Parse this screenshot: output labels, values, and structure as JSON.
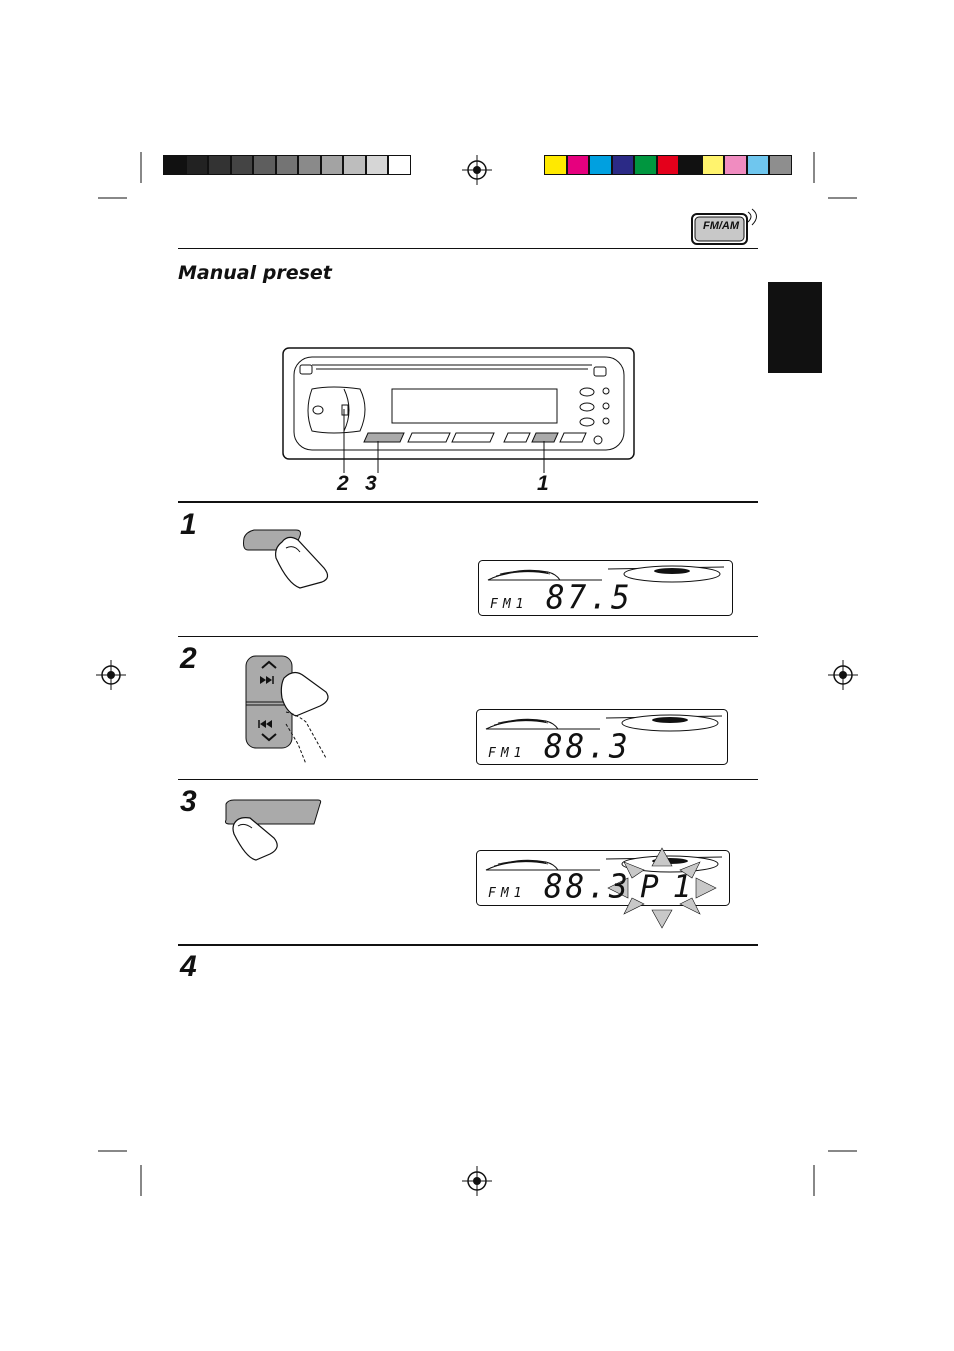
{
  "header": {
    "mode_badge": "FM/AM",
    "color_bar_gray": [
      "#111111",
      "#222222",
      "#333333",
      "#444444",
      "#5e5e5e",
      "#747474",
      "#8a8a8a",
      "#a3a3a3",
      "#bdbdbd",
      "#d6d6d6",
      "#ffffff"
    ],
    "color_bar_color": [
      "#ffe900",
      "#e6007e",
      "#00a0e0",
      "#2b2a86",
      "#00963f",
      "#e4001b",
      "#111111",
      "#fff36d",
      "#f08cc0",
      "#6fc6ee",
      "#8e8e8e"
    ]
  },
  "section": {
    "title": "Manual preset"
  },
  "diagram": {
    "callouts": [
      "2",
      "3",
      "1"
    ]
  },
  "steps": [
    {
      "number": "1",
      "display": {
        "band": "FM1",
        "frequency": "87.5",
        "preset": ""
      }
    },
    {
      "number": "2",
      "display": {
        "band": "FM1",
        "frequency": "88.3",
        "preset": ""
      }
    },
    {
      "number": "3",
      "display": {
        "band": "FM1",
        "frequency": "88.3",
        "preset": "P1"
      }
    },
    {
      "number": "4"
    }
  ]
}
